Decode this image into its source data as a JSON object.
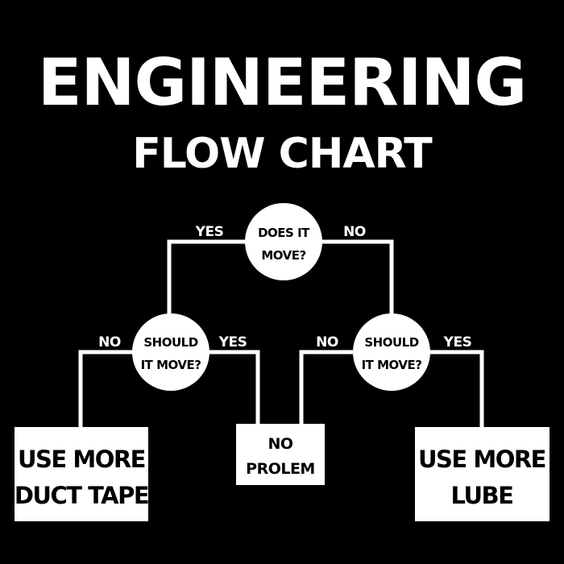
{
  "title": {
    "line1": "ENGINEERING",
    "line2": "FLOW CHART"
  },
  "nodes": {
    "root": {
      "line1": "DOES IT",
      "line2": "MOVE?"
    },
    "left_decision": {
      "line1": "SHOULD",
      "line2": "IT MOVE?"
    },
    "right_decision": {
      "line1": "SHOULD",
      "line2": "IT MOVE?"
    },
    "duct_tape": {
      "line1": "USE MORE",
      "line2": "DUCT TAPE"
    },
    "no_problem": {
      "line1": "NO",
      "line2": "PROLEM"
    },
    "lube": {
      "line1": "USE MORE",
      "line2": "LUBE"
    }
  },
  "edges": {
    "root_yes": "YES",
    "root_no": "NO",
    "left_no": "NO",
    "left_yes": "YES",
    "right_no": "NO",
    "right_yes": "YES"
  },
  "colors": {
    "background": "#000000",
    "foreground": "#ffffff"
  }
}
